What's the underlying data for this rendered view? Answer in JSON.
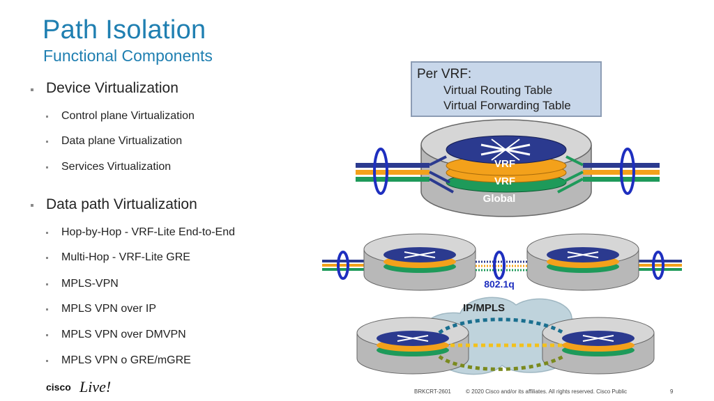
{
  "slide": {
    "title": "Path Isolation",
    "subtitle": "Functional Components"
  },
  "bullets": {
    "device_virtualization": "Device Virtualization",
    "control_plane": "Control plane Virtualization",
    "data_plane": "Data plane Virtualization",
    "services": "Services Virtualization",
    "data_path": "Data path Virtualization",
    "hop_by_hop": "Hop-by-Hop - VRF-Lite End-to-End",
    "multi_hop": "Multi-Hop - VRF-Lite GRE",
    "mpls_vpn": "MPLS-VPN",
    "mpls_over_ip": "MPLS VPN over IP",
    "mpls_over_dmvpn": "MPLS VPN over DMVPN",
    "mpls_gre": "MPLS VPN o GRE/mGRE"
  },
  "diagram": {
    "per_vrf_title": "Per VRF:",
    "per_vrf_line1": "Virtual Routing Table",
    "per_vrf_line2": "Virtual Forwarding Table",
    "vrf_label_1": "VRF",
    "vrf_label_2": "VRF",
    "global_label": "Global",
    "trunk_label": "802.1q",
    "cloud_label": "IP/MPLS",
    "colors": {
      "blue": "#2b3a8f",
      "orange": "#f3a11b",
      "green": "#1e9a5a",
      "cloud": "#bfd3dc",
      "box": "#c8d7ea"
    }
  },
  "footer": {
    "session_id": "BRKCRT-2601",
    "copyright": "© 2020  Cisco and/or its affiliates. All rights reserved.   Cisco Public",
    "page_number": "9"
  },
  "logo": {
    "brand": "cisco",
    "event": "Live!"
  }
}
